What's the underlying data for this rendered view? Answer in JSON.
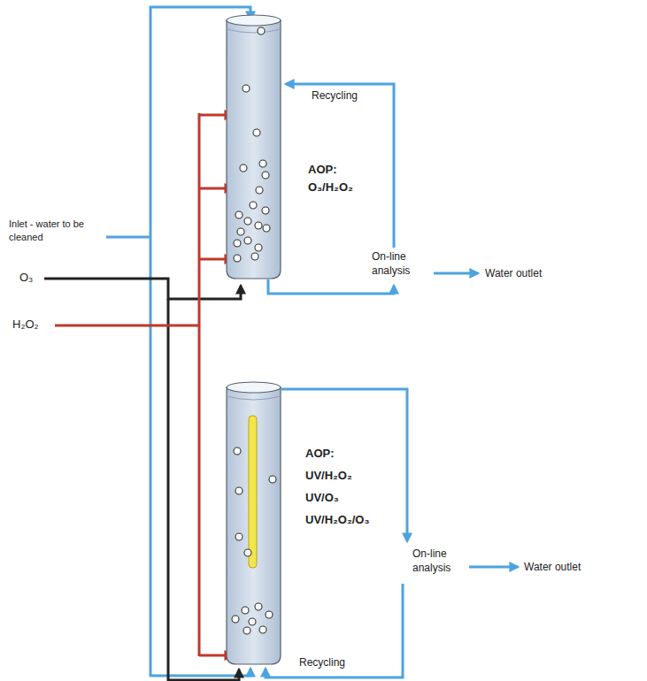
{
  "diagram": {
    "nodes": [
      {
        "text": [
          "AOP:",
          "O₃/H₂O₂"
        ]
      },
      {
        "text": [
          "AOP:",
          "UV/H₂O₂",
          "UV/O₃",
          "UV/H₂O₂/O₃"
        ]
      }
    ],
    "labels": [
      "Recycling",
      "On-line analysis",
      "Water outlet",
      "Inlet - water to be cleaned",
      "O₃",
      "H₂O₂",
      "On-line analysis",
      "Water outlet",
      "Recycling"
    ]
  }
}
